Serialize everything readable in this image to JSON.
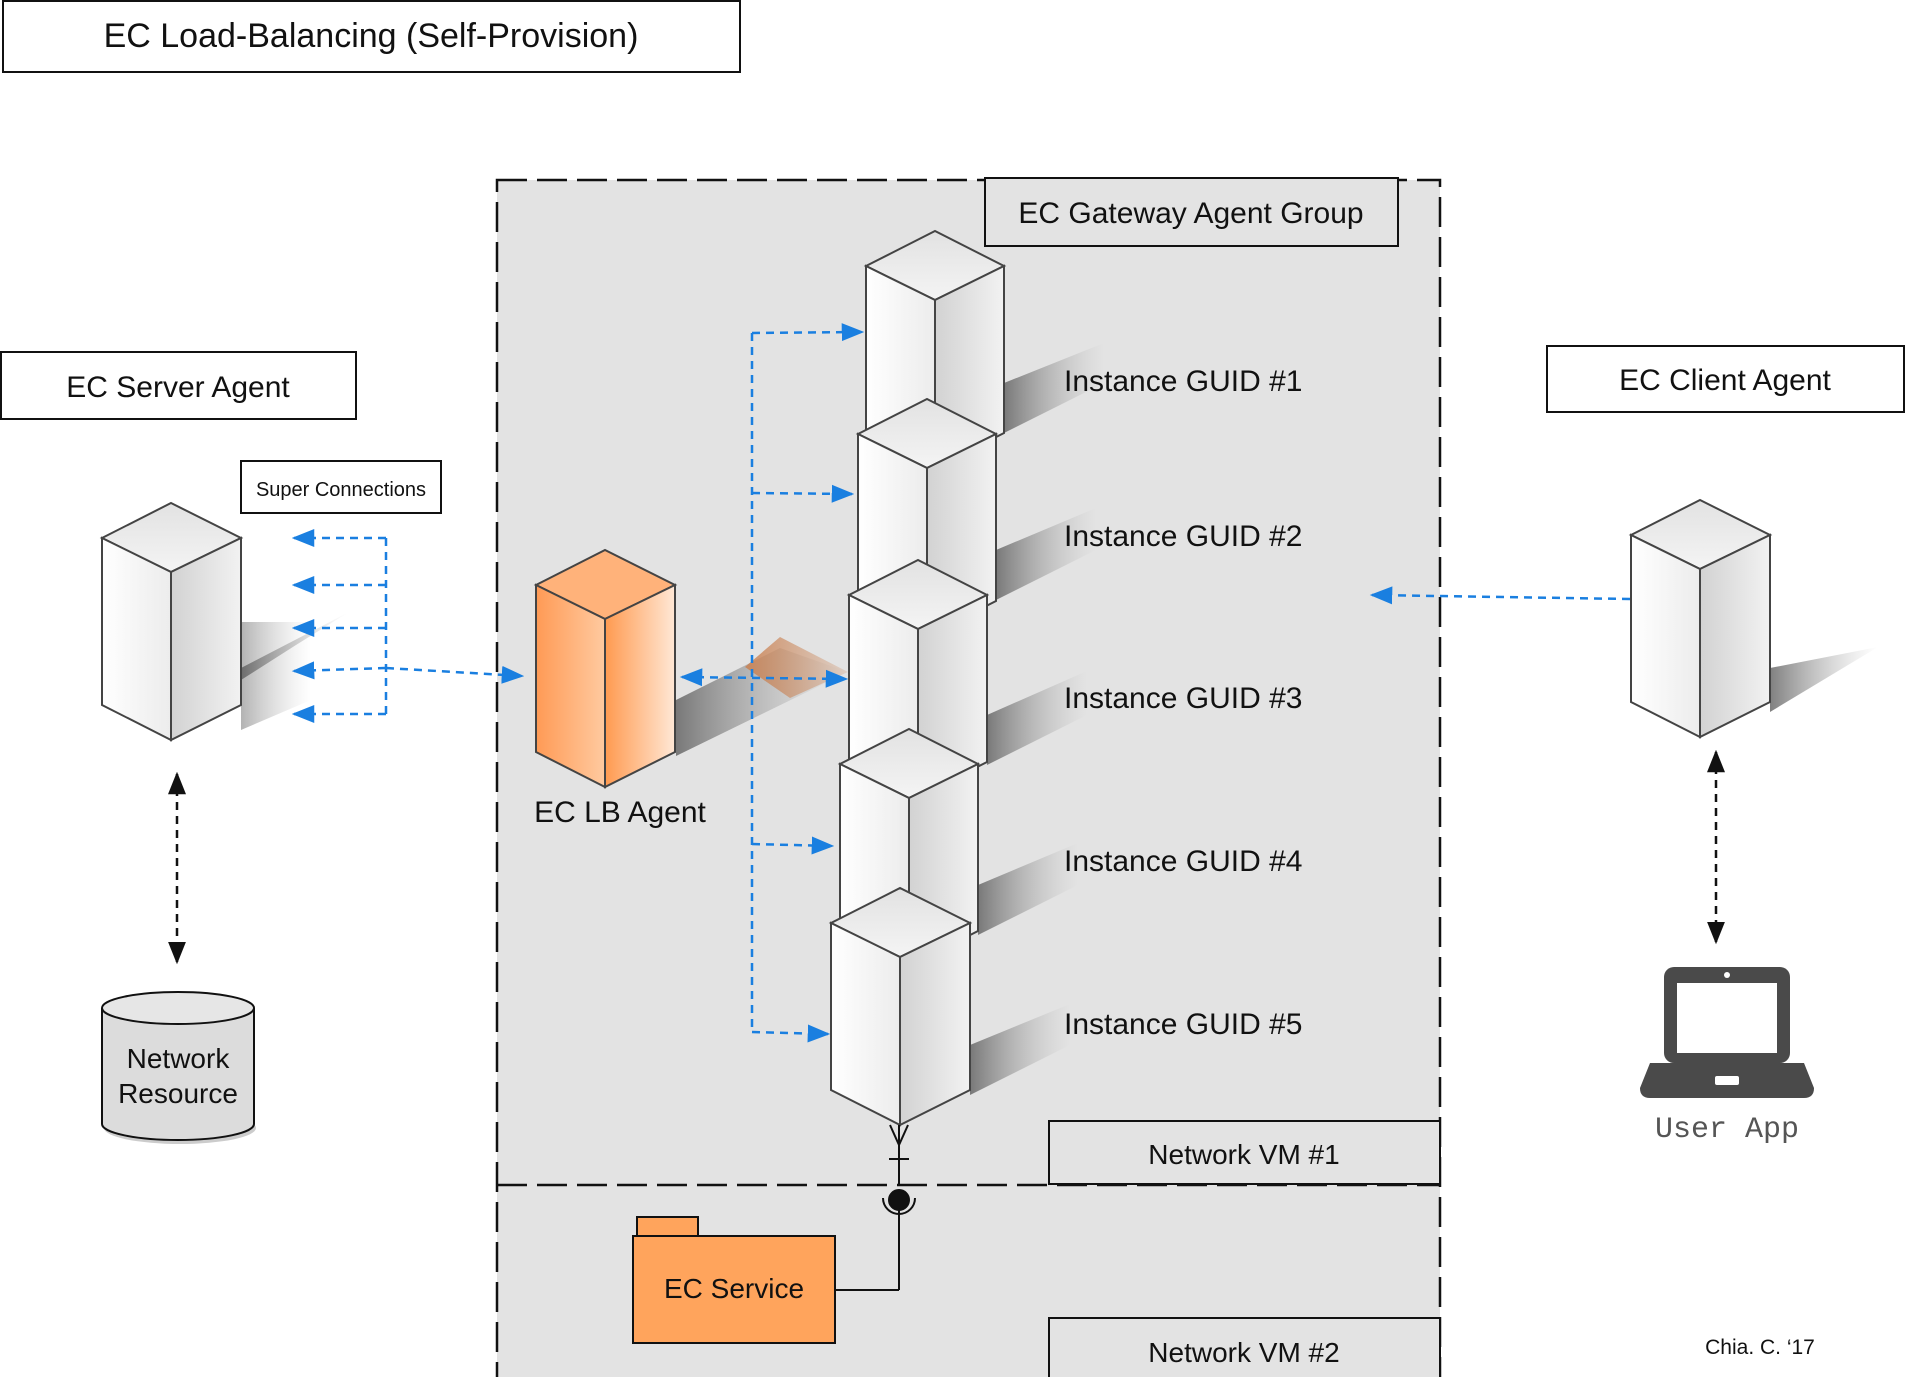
{
  "title": "EC Load-Balancing (Self-Provision)",
  "gateway_group_label": "EC Gateway Agent Group",
  "server_agent_label": "EC Server Agent",
  "super_connections_label": "Super Connections",
  "client_agent_label": "EC Client Agent",
  "lb_agent_label": "EC LB Agent",
  "instances": [
    {
      "label": "Instance GUID #1"
    },
    {
      "label": "Instance GUID #2"
    },
    {
      "label": "Instance GUID #3"
    },
    {
      "label": "Instance GUID #4"
    },
    {
      "label": "Instance GUID #5"
    }
  ],
  "network_vm_1": "Network VM #1",
  "network_vm_2": "Network VM #2",
  "network_resource": {
    "line1": "Network",
    "line2": "Resource"
  },
  "ec_service_label": "EC Service",
  "user_app_label": "User App",
  "credit": "Chia. C. ‘17",
  "colors": {
    "connector_blue": "#1a7fe0",
    "lb_orange": "#ffa060",
    "service_orange": "#ffa45c",
    "group_fill": "#e3e3e3",
    "server_side": "#dcdcdc",
    "server_top": "#eeeeee"
  }
}
